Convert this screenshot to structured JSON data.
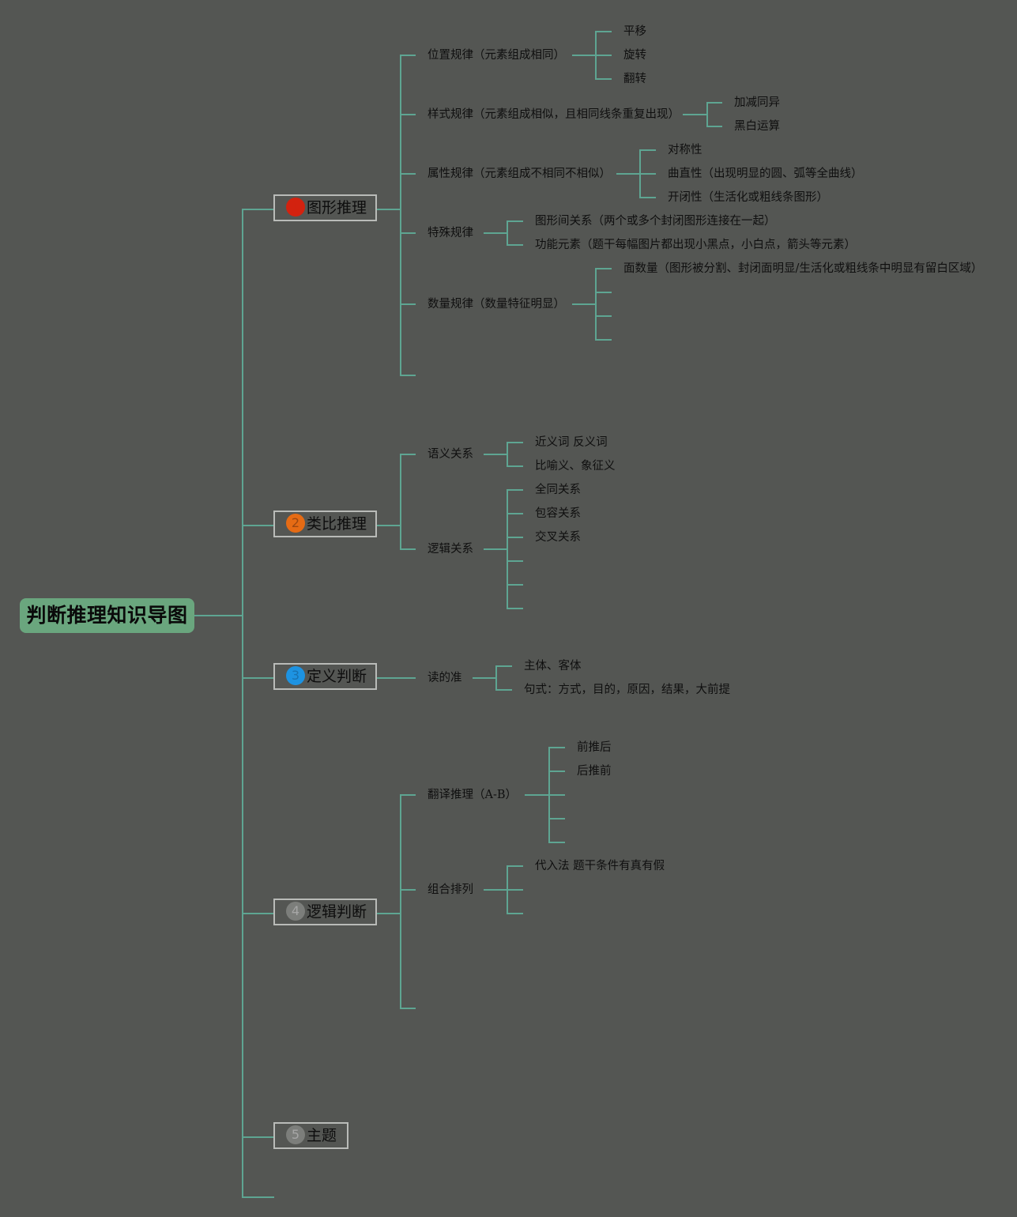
{
  "root": {
    "label": "判断推理知识导图"
  },
  "branches": [
    {
      "number": "1",
      "label": "图形推理",
      "color": "#d3220f",
      "children": [
        {
          "label": "位置规律（元素组成相同）",
          "children": [
            "平移",
            "旋转",
            "翻转"
          ]
        },
        {
          "label": "样式规律（元素组成相似，且相同线条重复出现）",
          "children": [
            "加减同异",
            "黑白运算"
          ]
        },
        {
          "label": "属性规律（元素组成不相同不相似）",
          "children": [
            "对称性",
            "曲直性（出现明显的圆、弧等全曲线）",
            "开闭性（生活化或粗线条图形）"
          ]
        },
        {
          "label": "特殊规律",
          "children": [
            "图形间关系（两个或多个封闭图形连接在一起）",
            "功能元素（题干每幅图片都出现小黑点，小白点，箭头等元素）"
          ]
        },
        {
          "label": "数量规律（数量特征明显）",
          "children": [
            "面数量（图形被分割、封闭面明显/生活化或粗线条中明显有留白区域）",
            "",
            "",
            ""
          ]
        },
        {
          "label": "",
          "children": []
        }
      ]
    },
    {
      "number": "2",
      "label": "类比推理",
      "color": "#e66b14",
      "children": [
        {
          "label": "语义关系",
          "children": [
            "近义词 反义词",
            "比喻义、象征义"
          ]
        },
        {
          "label": "逻辑关系",
          "children": [
            "全同关系",
            "包容关系",
            "交叉关系",
            "",
            "",
            ""
          ]
        }
      ]
    },
    {
      "number": "3",
      "label": "定义判断",
      "color": "#1d93e2",
      "children": [
        {
          "label": "读的准",
          "children": [
            "主体、客体",
            "句式：方式，目的，原因，结果，大前提"
          ]
        }
      ]
    },
    {
      "number": "4",
      "label": "逻辑判断",
      "color": "#7c7e7b",
      "children": [
        {
          "label": "",
          "children": []
        },
        {
          "label": "翻译推理（A-B）",
          "children": [
            "前推后",
            "后推前",
            "",
            "",
            ""
          ]
        },
        {
          "label": "组合排列",
          "children": [
            "代入法 题干条件有真有假",
            "",
            ""
          ]
        },
        {
          "label": "",
          "children": []
        }
      ]
    },
    {
      "number": "5",
      "label": "主题",
      "color": "#7c7e7b",
      "children": []
    },
    {
      "number": "",
      "label": "",
      "color": "",
      "children": []
    }
  ]
}
